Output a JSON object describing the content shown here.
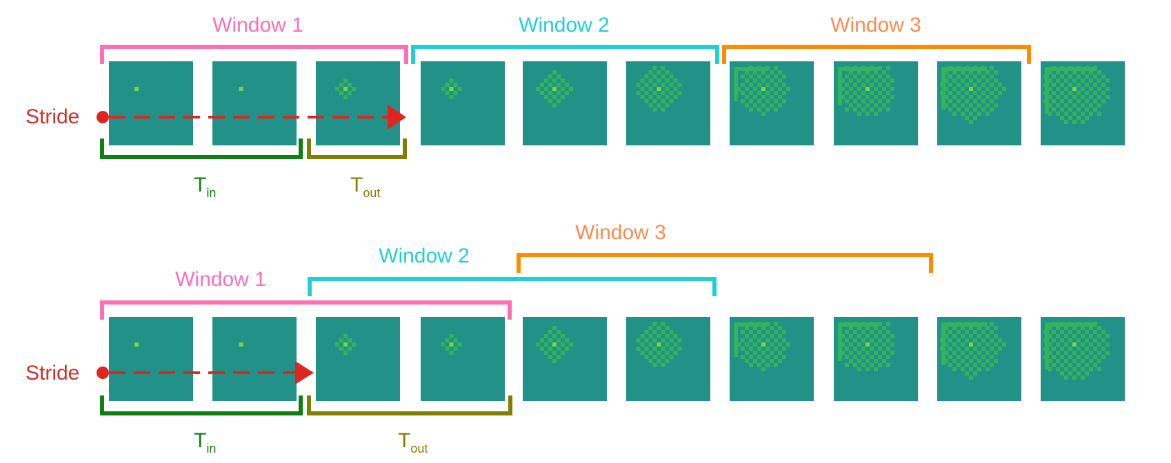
{
  "colors": {
    "background": "#ffffff",
    "window_1": "#ff6fb4",
    "window_2": "#1fd0d6",
    "window_3_label": "#ff8a50",
    "window_3_bracket": "#ff8c00",
    "stride": "#e0241f",
    "stride_label": "#d0302a",
    "t_in": "#0f7f0f",
    "t_out": "#808000",
    "frame_bg": "#229188",
    "frame_dot_light": "#6fdd3a",
    "frame_dot_dark": "#32b35c"
  },
  "panels": [
    {
      "window_labels": [
        "Window 1",
        "Window 2",
        "Window 3"
      ],
      "stride_label": "Stride",
      "t_in": {
        "main": "T",
        "sub": "in"
      },
      "t_out": {
        "main": "T",
        "sub": "out"
      }
    },
    {
      "window_labels": [
        "Window 1",
        "Window 2",
        "Window 3"
      ],
      "stride_label": "Stride",
      "t_in": {
        "main": "T",
        "sub": "in"
      },
      "t_out": {
        "main": "T",
        "sub": "out"
      }
    }
  ],
  "frames": {
    "count_per_row": 10,
    "pattern": "growing-checker-diamond"
  }
}
